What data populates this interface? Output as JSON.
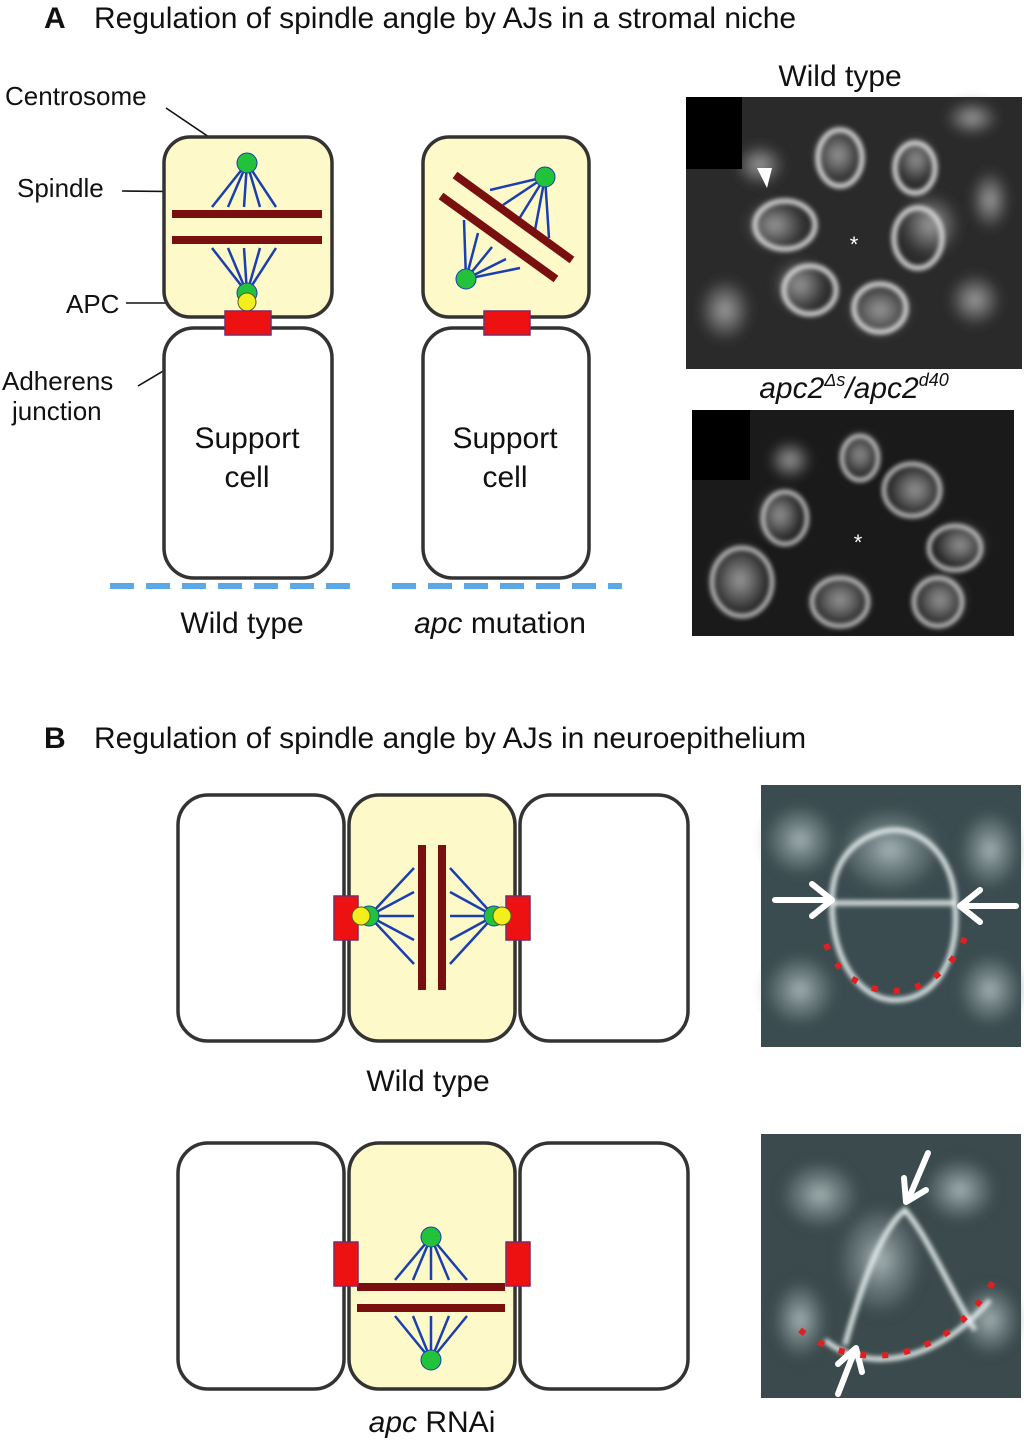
{
  "panel_a": {
    "letter": "A",
    "title": "Regulation of spindle angle by AJs in a stromal niche",
    "labels": {
      "centrosome": "Centrosome",
      "spindle": "Spindle",
      "apc": "APC",
      "adherens_line1": "Adherens",
      "adherens_line2": "junction"
    },
    "support_cell_line1": "Support",
    "support_cell_line2": "cell",
    "caption_wild_type": "Wild type",
    "caption_apc_italic": "apc",
    "caption_apc_rest": " mutation",
    "micro_top_label": "Wild type",
    "micro_bottom_label_part1": "apc2",
    "micro_bottom_label_sup1": "Δs",
    "micro_bottom_label_part2": "/apc2",
    "micro_bottom_label_sup2": "d40",
    "asterisk": "*"
  },
  "panel_b": {
    "letter": "B",
    "title": "Regulation of spindle angle by AJs in neuroepithelium",
    "caption_wild_type": "Wild type",
    "caption_rnai_italic": "apc",
    "caption_rnai_rest": " RNAi"
  },
  "colors": {
    "cell_fill_dividing": "#fdf9c9",
    "cell_stroke": "#333333",
    "spindle_bar": "#7a0f0f",
    "microtubule": "#1a3fb0",
    "centrosome": "#22c23a",
    "apc": "#f4ef1c",
    "junction": "#ee1111",
    "basement": "#5aa9e6",
    "dotted_red": "#e02020"
  }
}
